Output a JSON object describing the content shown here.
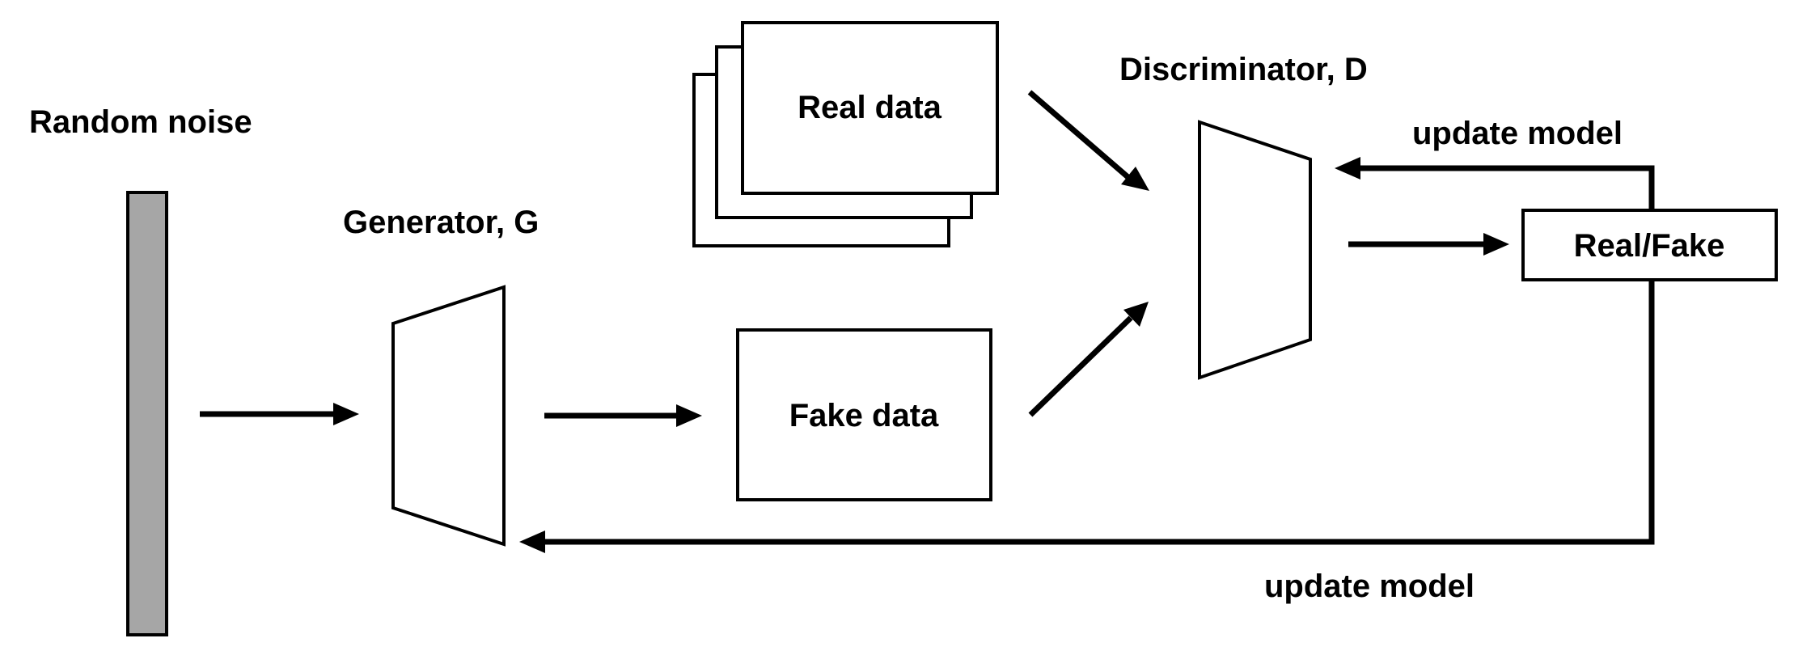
{
  "nodes": {
    "random_noise": {
      "label": "Random noise"
    },
    "generator": {
      "label": "Generator, G"
    },
    "real_data": {
      "label": "Real data"
    },
    "fake_data": {
      "label": "Fake data"
    },
    "discriminator": {
      "label": "Discriminator, D"
    },
    "output": {
      "label": "Real/Fake"
    }
  },
  "feedback": {
    "to_discriminator": {
      "label": "update model"
    },
    "to_generator": {
      "label": "update model"
    }
  },
  "colors": {
    "noise_fill": "#a6a6a6",
    "stroke": "#000000",
    "background": "#ffffff"
  }
}
